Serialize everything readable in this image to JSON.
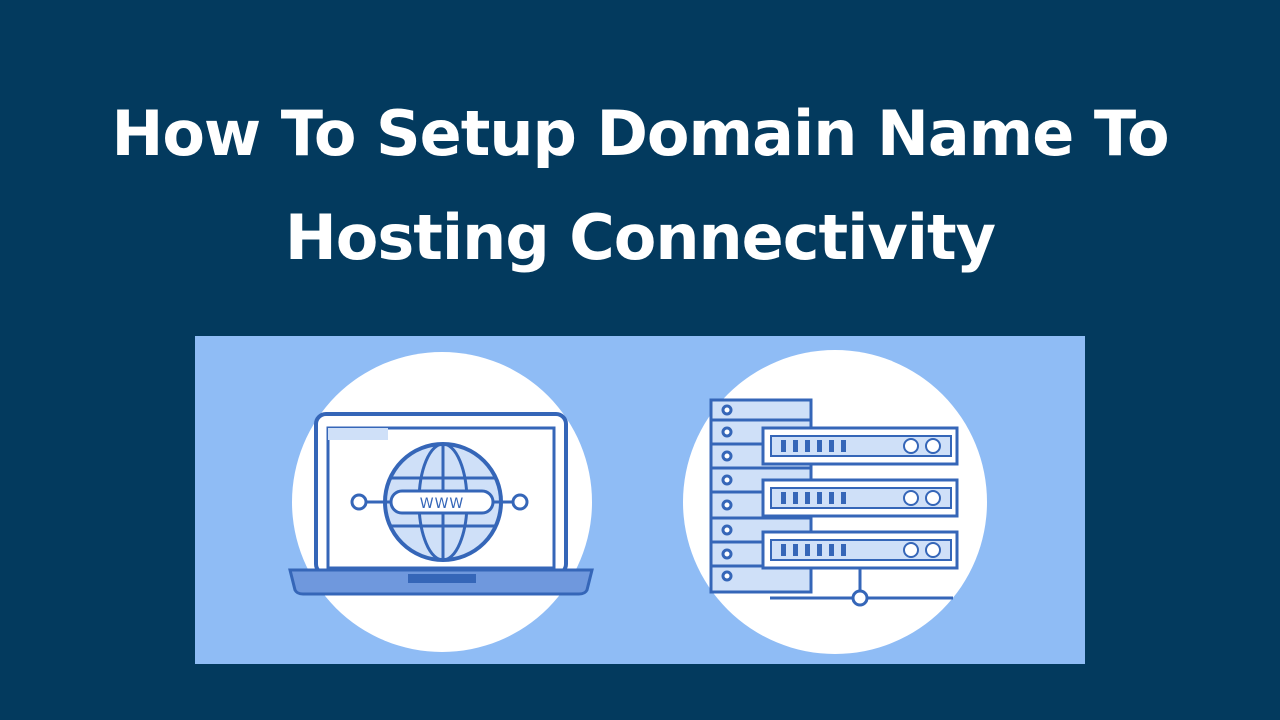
{
  "title": {
    "line1": "How To Setup Domain Name To",
    "line2": "Hosting Connectivity"
  },
  "illustration": {
    "laptop_screen_text": "WWW",
    "colors": {
      "page_background": "#033a5e",
      "panel_background": "#8fbcf5",
      "circle": "#ffffff",
      "line": "#3566b8",
      "fill_light": "#cfe0f8",
      "fill_mid": "#6f98dd"
    },
    "icons": [
      "laptop-icon",
      "globe-icon",
      "server-rack-icon"
    ]
  }
}
